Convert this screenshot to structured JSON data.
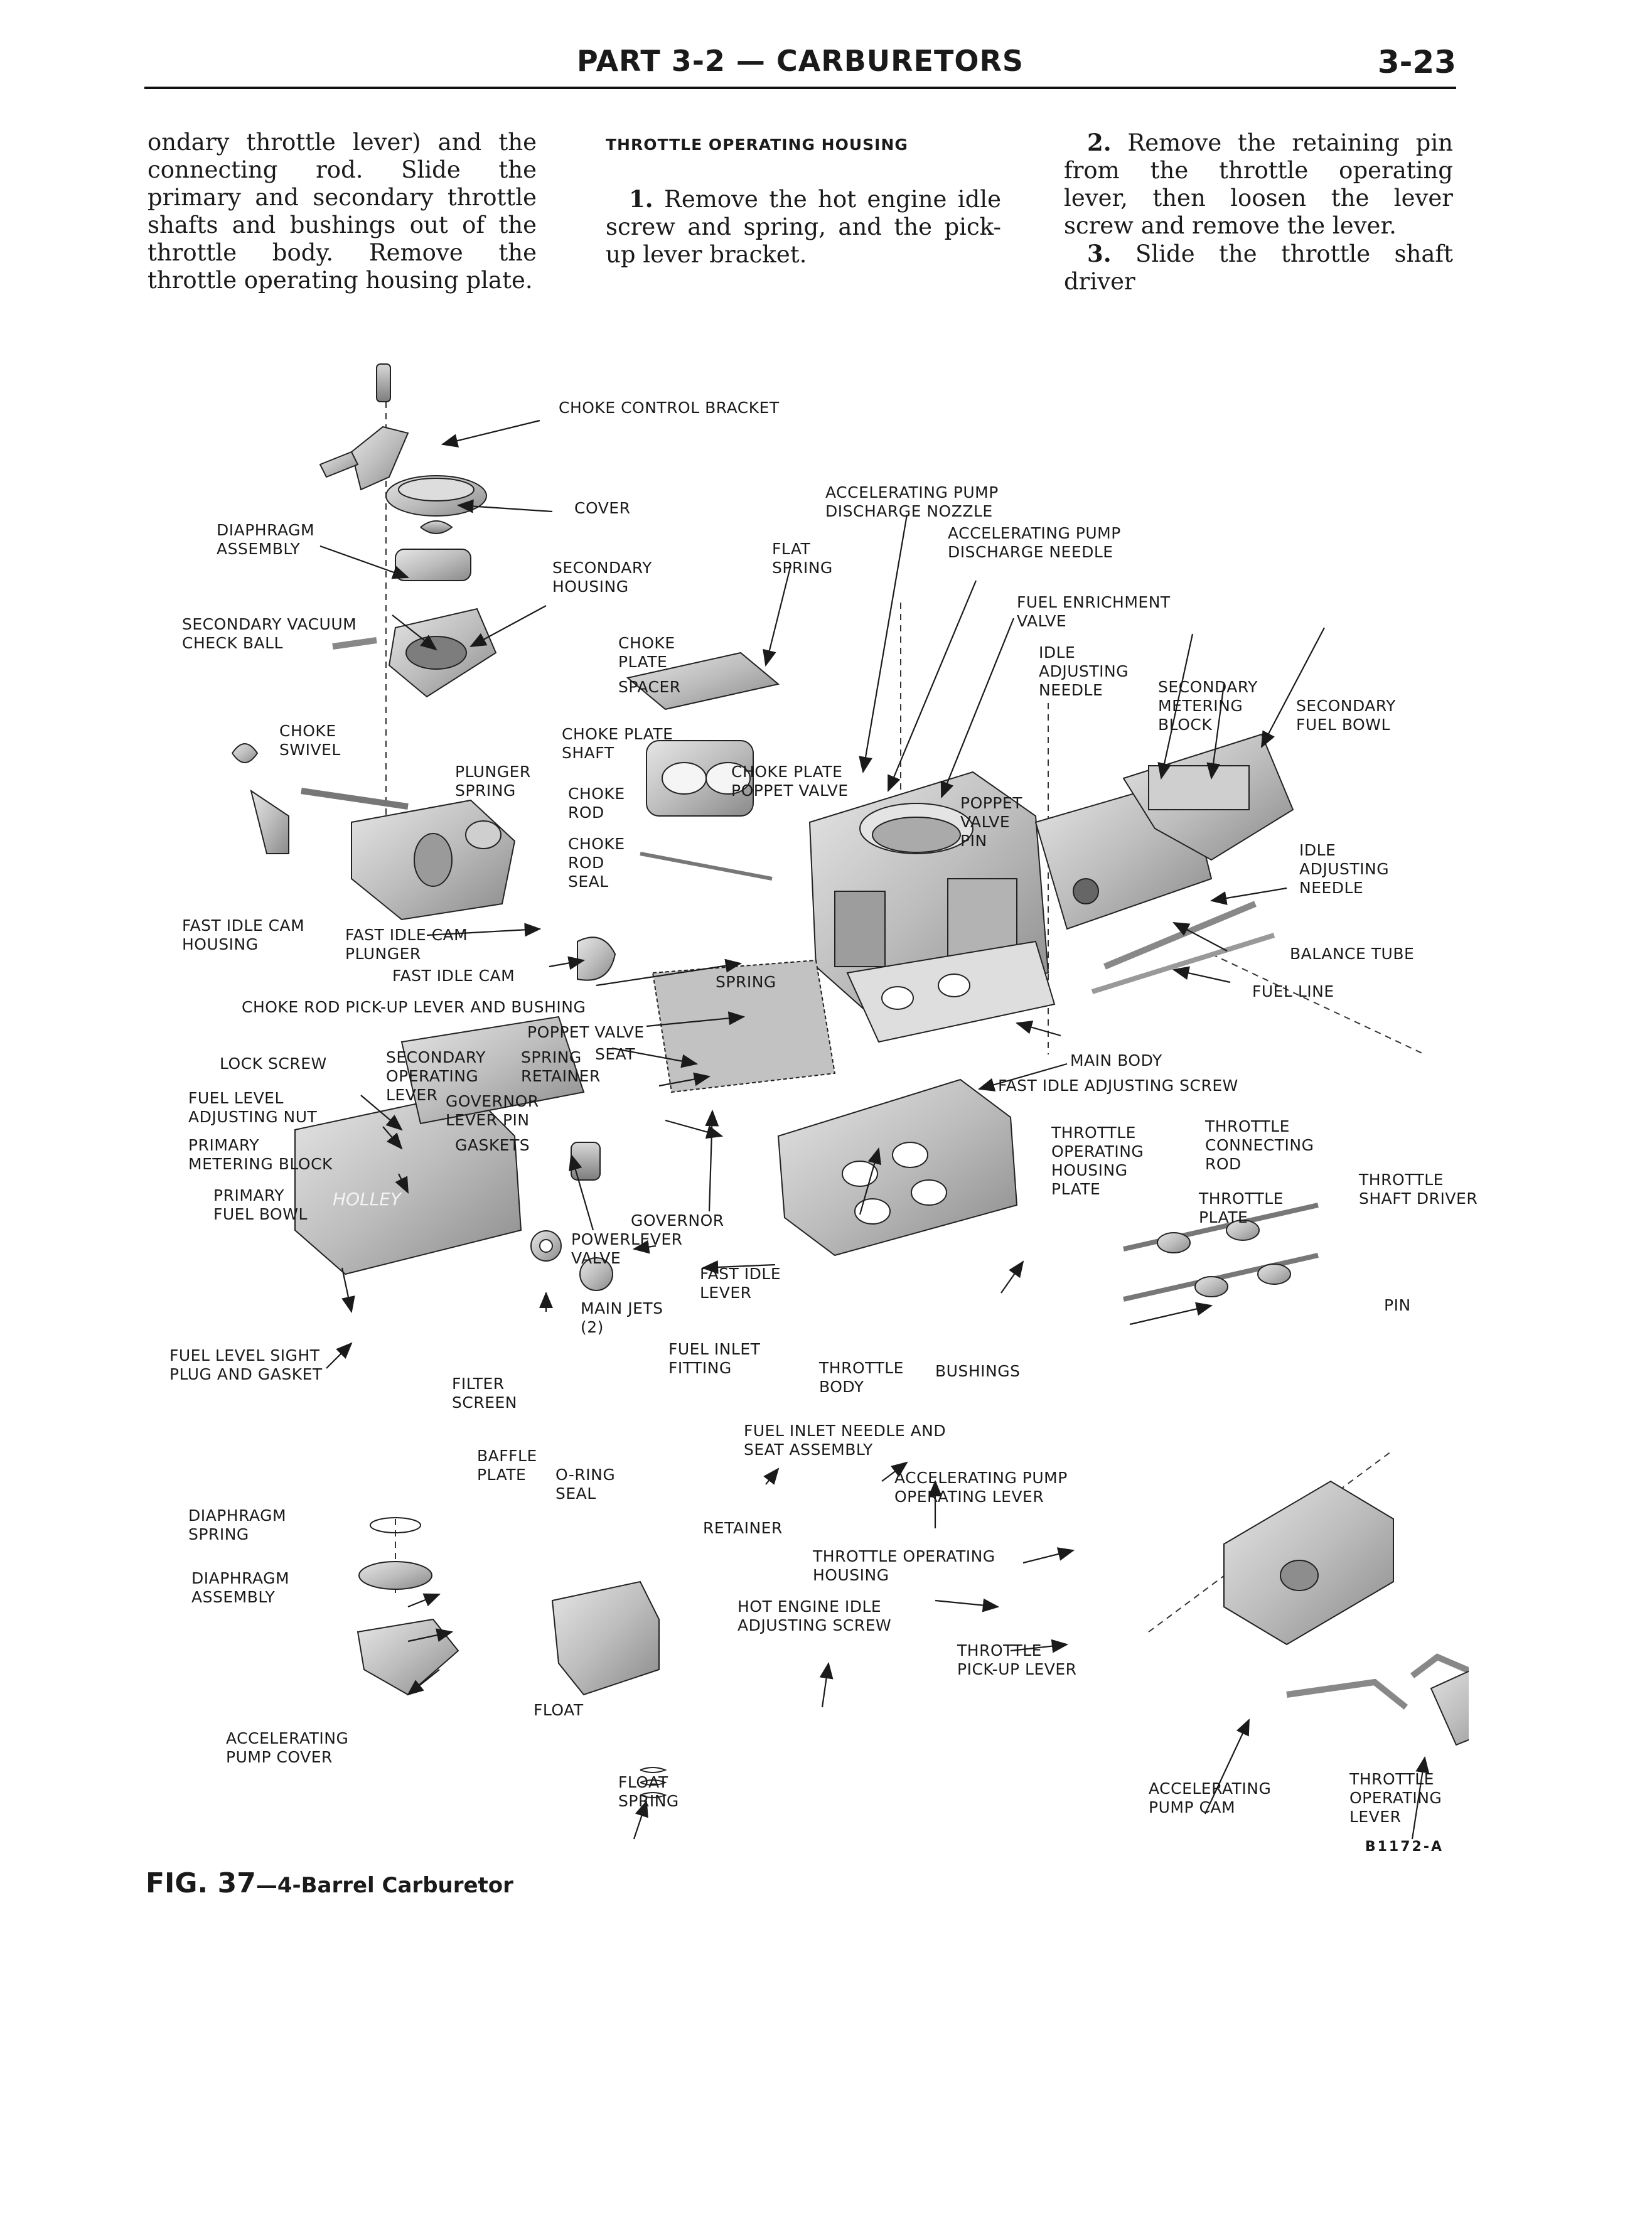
{
  "header": {
    "title": "PART 3-2 — CARBURETORS",
    "page_number": "3-23"
  },
  "columns": {
    "col1": {
      "text": "ondary throttle lever) and the connecting rod. Slide the primary and secondary throttle shafts and bushings out of the throttle body. Remove the throttle operating housing plate."
    },
    "col2": {
      "heading": "THROTTLE OPERATING HOUSING",
      "step1_num": "1.",
      "step1_text": "Remove the hot engine idle screw and spring, and the pick-up lever bracket."
    },
    "col3": {
      "step2_num": "2.",
      "step2_text": "Remove the retaining pin from the throttle operating lever, then loosen the lever screw and remove the lever.",
      "step3_num": "3.",
      "step3_text": "Slide the throttle shaft driver"
    }
  },
  "figure": {
    "labels": {
      "choke_control_bracket": "CHOKE CONTROL BRACKET",
      "accelerating_pump_discharge_nozzle": "ACCELERATING PUMP\nDISCHARGE NOZZLE",
      "cover": "COVER",
      "diaphragm_assembly_top": "DIAPHRAGM\nASSEMBLY",
      "flat_spring": "FLAT\nSPRING",
      "accelerating_pump_discharge_needle": "ACCELERATING PUMP\nDISCHARGE NEEDLE",
      "secondary_housing": "SECONDARY\nHOUSING",
      "fuel_enrichment_valve": "FUEL ENRICHMENT\nVALVE",
      "secondary_vacuum_check_ball": "SECONDARY VACUUM\nCHECK BALL",
      "choke_plate": "CHOKE\nPLATE",
      "idle_adjusting_needle_top": "IDLE\nADJUSTING\nNEEDLE",
      "secondary_metering_block": "SECONDARY\nMETERING\nBLOCK",
      "spacer": "SPACER",
      "secondary_fuel_bowl": "SECONDARY\nFUEL BOWL",
      "choke_swivel": "CHOKE\nSWIVEL",
      "choke_plate_shaft": "CHOKE PLATE\nSHAFT",
      "plunger_spring": "PLUNGER\nSPRING",
      "choke_plate_poppet_valve": "CHOKE PLATE\nPOPPET VALVE",
      "choke_rod": "CHOKE\nROD",
      "poppet_valve_pin": "POPPET\nVALVE\nPIN",
      "choke_rod_seal": "CHOKE\nROD\nSEAL",
      "idle_adjusting_needle_right": "IDLE\nADJUSTING\nNEEDLE",
      "fast_idle_cam_housing": "FAST IDLE CAM\nHOUSING",
      "fast_idle_cam_plunger": "FAST IDLE CAM\nPLUNGER",
      "balance_tube": "BALANCE TUBE",
      "fast_idle_cam": "FAST IDLE CAM",
      "spring_mid": "SPRING",
      "fuel_line": "FUEL LINE",
      "choke_rod_pickup_lever": "CHOKE ROD PICK-UP LEVER AND BUSHING",
      "poppet_valve": "POPPET VALVE",
      "main_body": "MAIN BODY",
      "lock_screw": "LOCK SCREW",
      "secondary_operating_lever": "SECONDARY\nOPERATING\nLEVER",
      "spring_retainer": "SPRING\nRETAINER",
      "seat": "SEAT",
      "fast_idle_adjusting_screw": "FAST IDLE ADJUSTING SCREW",
      "fuel_level_adjusting_nut": "FUEL LEVEL\nADJUSTING NUT",
      "governor_lever_pin": "GOVERNOR\nLEVER PIN",
      "throttle_connecting_rod": "THROTTLE\nCONNECTING\nROD",
      "primary_metering_block": "PRIMARY\nMETERING BLOCK",
      "gaskets": "GASKETS",
      "throttle_operating_housing_plate": "THROTTLE\nOPERATING\nHOUSING\nPLATE",
      "throttle_shaft_driver": "THROTTLE\nSHAFT DRIVER",
      "primary_fuel_bowl": "PRIMARY\nFUEL BOWL",
      "throttle_plate": "THROTTLE\nPLATE",
      "governor_lever": "GOVERNOR\nLEVER",
      "power_valve": "POWER\nVALVE",
      "fast_idle_lever": "FAST IDLE\nLEVER",
      "pin": "PIN",
      "main_jets": "MAIN JETS\n(2)",
      "fuel_level_sight_plug": "FUEL LEVEL SIGHT\nPLUG AND GASKET",
      "fuel_inlet_fitting": "FUEL INLET\nFITTING",
      "throttle_body": "THROTTLE\nBODY",
      "bushings": "BUSHINGS",
      "filter_screen": "FILTER\nSCREEN",
      "fuel_inlet_needle_seat": "FUEL INLET NEEDLE AND\nSEAT ASSEMBLY",
      "baffle_plate": "BAFFLE\nPLATE",
      "o_ring_seal": "O-RING\nSEAL",
      "accelerating_pump_operating_lever": "ACCELERATING PUMP\nOPERATING LEVER",
      "diaphragm_spring": "DIAPHRAGM\nSPRING",
      "retainer": "RETAINER",
      "throttle_operating_housing": "THROTTLE OPERATING\nHOUSING",
      "diaphragm_assembly_bottom": "DIAPHRAGM\nASSEMBLY",
      "hot_engine_idle_adjusting_screw": "HOT ENGINE IDLE\nADJUSTING SCREW",
      "throttle_pickup_lever": "THROTTLE\nPICK-UP LEVER",
      "float": "FLOAT",
      "accelerating_pump_cover": "ACCELERATING\nPUMP COVER",
      "float_spring": "FLOAT\nSPRING",
      "accelerating_pump_cam": "ACCELERATING\nPUMP CAM",
      "throttle_operating_lever": "THROTTLE\nOPERATING\nLEVER"
    },
    "code": "B1172-A",
    "caption_fig": "FIG. 37",
    "caption_desc": "—4-Barrel Carburetor"
  }
}
